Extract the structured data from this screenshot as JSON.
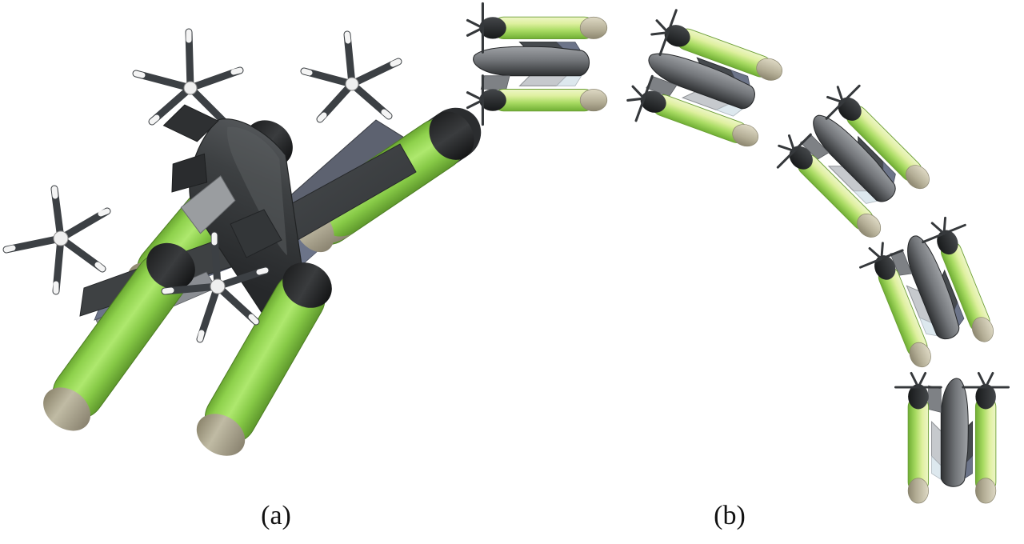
{
  "figure": {
    "background_color": "#ffffff",
    "kind": "technical-illustration",
    "subject": "box-wing quad tiltrotor VTOL aircraft"
  },
  "captions": {
    "a": "(a)",
    "b": "(b)"
  },
  "palette": {
    "nacelle_green_light": "#c9e98f",
    "nacelle_green": "#8ed14c",
    "nacelle_green_dark": "#6ba832",
    "nacelle_tip_tan": "#a39c82",
    "nacelle_tip_tan_light": "#c8c3ad",
    "spinner_dark": "#2b2b2b",
    "hub_white": "#f2f2f2",
    "blade_dark": "#3c4044",
    "blade_tip_white": "#f4f4f4",
    "fuselage_dark": "#3a3c3e",
    "fuselage_darker": "#2c2e30",
    "fuselage_mid": "#6e7174",
    "fuselage_light": "#9a9da0",
    "wing_dark": "#3e4143",
    "wing_mid": "#72757a",
    "wing_light": "#b9bcc0",
    "wing_pale": "#d9dcdf",
    "wing_blue_edge": "#6c7489",
    "wing_blue_pale": "#dde8ee",
    "outline": "#2a2c2e"
  },
  "panels": [
    {
      "id": "a",
      "name": "perspective-view",
      "label": "(a)",
      "description": "Large three-quarter perspective view of the box-wing quad tiltrotor aircraft with four green tilting nacelles and five-blade propellers in cruise configuration."
    },
    {
      "id": "b",
      "name": "transition-sequence",
      "label": "(b)",
      "description": "Five-step transition sequence arc showing the aircraft rotating from level cruise flight to vertical hover.",
      "stages": [
        {
          "index": 1,
          "name": "stage-cruise-top-view",
          "rotation_deg": 0,
          "description": "Top view, level cruise flight"
        },
        {
          "index": 2,
          "name": "stage-transition-early",
          "rotation_deg": 20,
          "description": "Early transition, nose beginning to pitch up"
        },
        {
          "index": 3,
          "name": "stage-transition-mid",
          "rotation_deg": 45,
          "description": "Mid transition"
        },
        {
          "index": 4,
          "name": "stage-transition-late",
          "rotation_deg": 68,
          "description": "Late transition, near vertical"
        },
        {
          "index": 5,
          "name": "stage-hover-vertical",
          "rotation_deg": 90,
          "description": "Vertical hover / VTOL configuration"
        }
      ]
    }
  ]
}
